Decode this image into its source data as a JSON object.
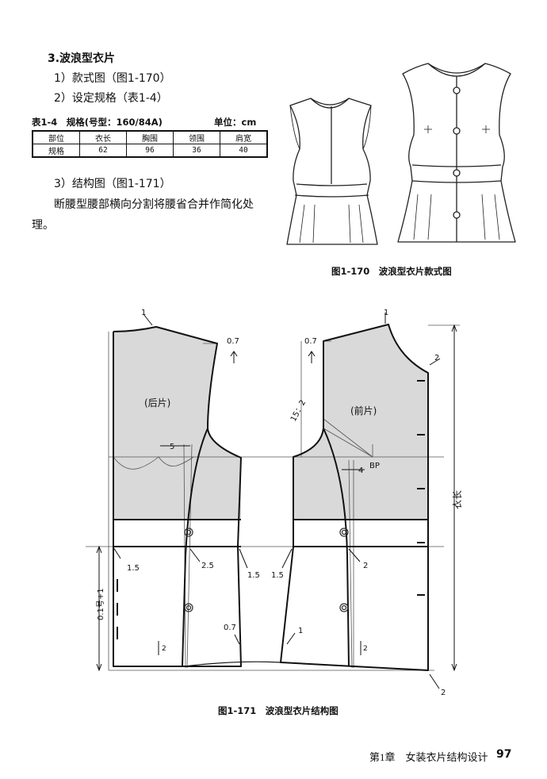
{
  "section": {
    "title": "3.波浪型衣片"
  },
  "items": {
    "style_drawing": "1）款式图（图1-170）",
    "spec_setting": "2）设定规格（表1-4）",
    "structure": "3）结构图（图1-171）"
  },
  "table": {
    "caption": "表1-4　规格(号型：160/84A)",
    "unit": "单位：cm",
    "headers": [
      "部位",
      "衣长",
      "胸围",
      "领围",
      "肩宽"
    ],
    "row": [
      "规格",
      "62",
      "96",
      "36",
      "40"
    ]
  },
  "paragraph": "断腰型腰部横向分割将腰省合并作简化处理。",
  "figure_170": {
    "caption": "图1-170　波浪型衣片款式图"
  },
  "figure_171": {
    "caption": "图1-171　波浪型衣片结构图",
    "back_label": "(后片)",
    "front_label": "(前片)",
    "total_length_label": "衣长",
    "waist_label": "0.1号+1",
    "bp_label": "BP",
    "dart_ratio": "15：2",
    "measurements": {
      "back_neck_rise": "1",
      "back_shoulder_raise": "0.7",
      "front_shoulder_raise": "0.7",
      "front_neck_top": "1",
      "front_neck_drop": "2",
      "back_dart": "5",
      "front_dart": "4",
      "back_side_in": "1.5",
      "back_dart_in": "2.5",
      "back_side_out": "1.5",
      "front_side_out": "1.5",
      "front_dart_in": "2",
      "back_hem_side": "0.7",
      "front_hem_side": "1",
      "back_hem_rise": "2",
      "front_hem_rise": "2",
      "front_hem_drop": "2"
    }
  },
  "footer": {
    "chapter": "第1章　女装衣片结构设计",
    "page": "97"
  }
}
